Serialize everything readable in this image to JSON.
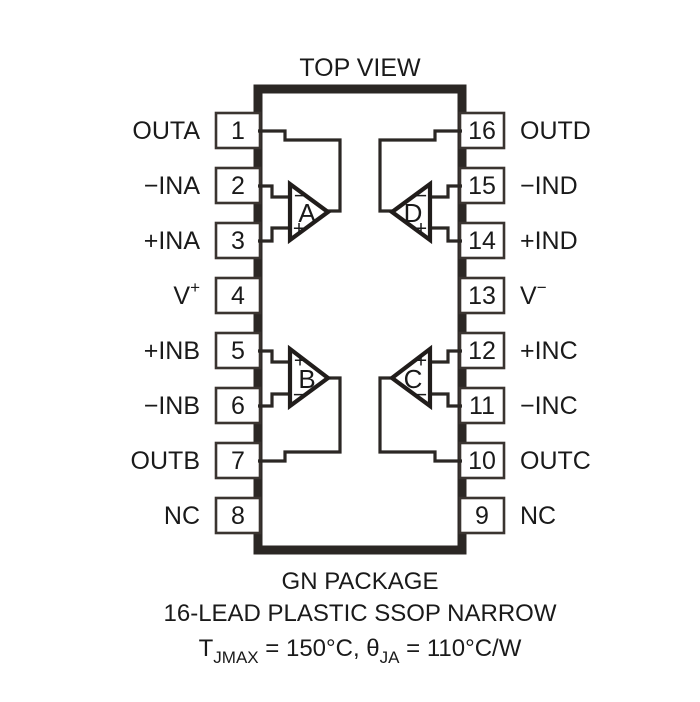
{
  "figure": {
    "view_title": "TOP VIEW",
    "package_name": "GN PACKAGE",
    "package_description": "16-LEAD PLASTIC SSOP NARROW",
    "thermal_line": {
      "tj_symbol": "T",
      "tj_subscript": "JMAX",
      "tj_equals": " = 150°C, ",
      "theta_symbol": "θ",
      "theta_subscript": "JA",
      "theta_equals": " = 110°C/W"
    },
    "colors": {
      "package_outline": "#2b2724",
      "pin_box_outline": "#3a3430",
      "wire": "#2b2724",
      "text": "#1a1a1a",
      "background": "#ffffff"
    }
  },
  "pins_left": [
    {
      "number": "1",
      "label": "OUTA"
    },
    {
      "number": "2",
      "label": "−INA"
    },
    {
      "number": "3",
      "label": "+INA"
    },
    {
      "number": "4",
      "label": "V",
      "sup": "+"
    },
    {
      "number": "5",
      "label": "+INB"
    },
    {
      "number": "6",
      "label": "−INB"
    },
    {
      "number": "7",
      "label": "OUTB"
    },
    {
      "number": "8",
      "label": "NC"
    }
  ],
  "pins_right": [
    {
      "number": "16",
      "label": "OUTD"
    },
    {
      "number": "15",
      "label": "−IND"
    },
    {
      "number": "14",
      "label": "+IND"
    },
    {
      "number": "13",
      "label": "V",
      "sup": "−"
    },
    {
      "number": "12",
      "label": "+INC"
    },
    {
      "number": "11",
      "label": "−INC"
    },
    {
      "number": "10",
      "label": "OUTC"
    },
    {
      "number": "9",
      "label": "NC"
    }
  ],
  "amplifiers": [
    {
      "id": "A",
      "letter": "A",
      "top_sign": "−",
      "bottom_sign": "+",
      "orientation": "right"
    },
    {
      "id": "B",
      "letter": "B",
      "top_sign": "+",
      "bottom_sign": "−",
      "orientation": "right"
    },
    {
      "id": "C",
      "letter": "C",
      "top_sign": "+",
      "bottom_sign": "−",
      "orientation": "left"
    },
    {
      "id": "D",
      "letter": "D",
      "top_sign": "−",
      "bottom_sign": "+",
      "orientation": "left"
    }
  ]
}
